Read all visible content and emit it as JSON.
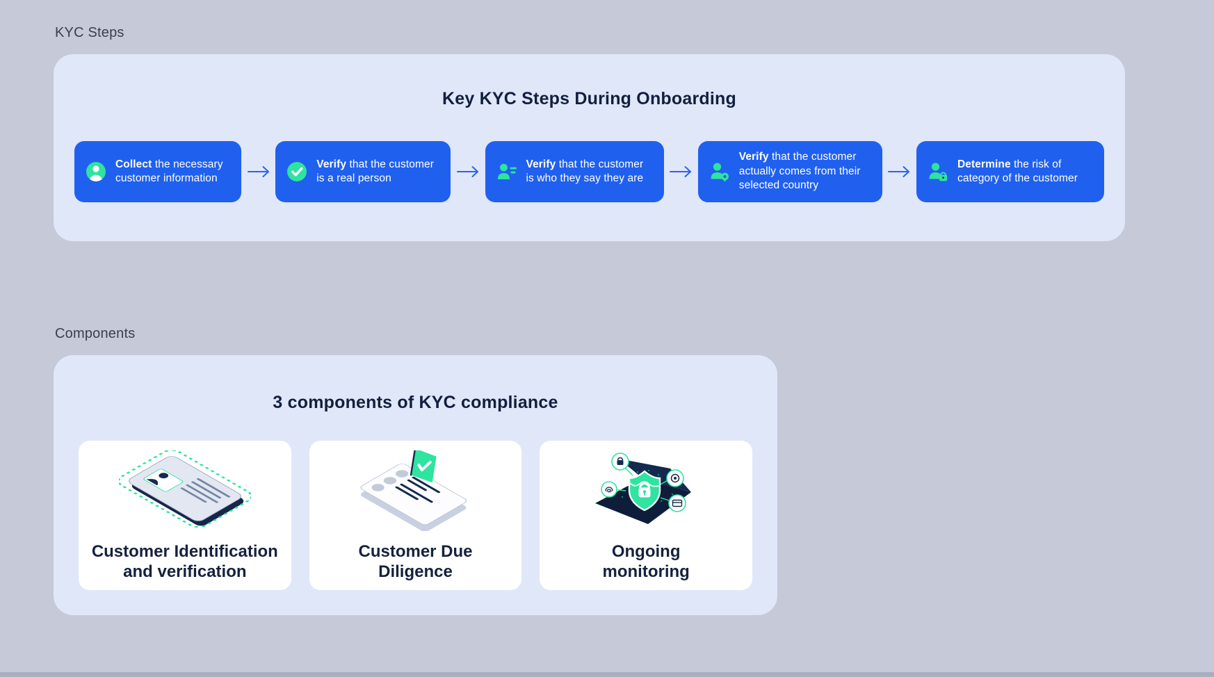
{
  "theme": {
    "page_background": "#c5c9d8",
    "panel_background": "#e0e7f9",
    "step_card_blue": "#2060ef",
    "accent_teal": "#2fe3a0",
    "title_navy": "#121f3e",
    "arrow_blue": "#2b63ec"
  },
  "kyc_steps": {
    "section_label": "KYC Steps",
    "panel_title": "Key KYC Steps During Onboarding",
    "arrow_icon": "arrow-right-icon",
    "steps": [
      {
        "icon": "user-circle-icon",
        "lead": "Collect",
        "text": "the necessary customer information"
      },
      {
        "icon": "check-circle-icon",
        "lead": "Verify",
        "text": "that the customer is a real person"
      },
      {
        "icon": "user-details-icon",
        "lead": "Verify",
        "text": "that the customer is who they say they are"
      },
      {
        "icon": "user-location-icon",
        "lead": "Verify",
        "text": "that the customer actually comes from their selected country"
      },
      {
        "icon": "user-lock-icon",
        "lead": "Determine",
        "text": "the risk of category of the customer"
      }
    ]
  },
  "components": {
    "section_label": "Components",
    "panel_title": "3 components of KYC compliance",
    "cards": [
      {
        "illustration": "id-card-illustration",
        "title": "Customer Identification and verification"
      },
      {
        "illustration": "document-check-illustration",
        "title": "Customer Due Diligence"
      },
      {
        "illustration": "shield-monitoring-illustration",
        "title": "Ongoing monitoring"
      }
    ]
  }
}
